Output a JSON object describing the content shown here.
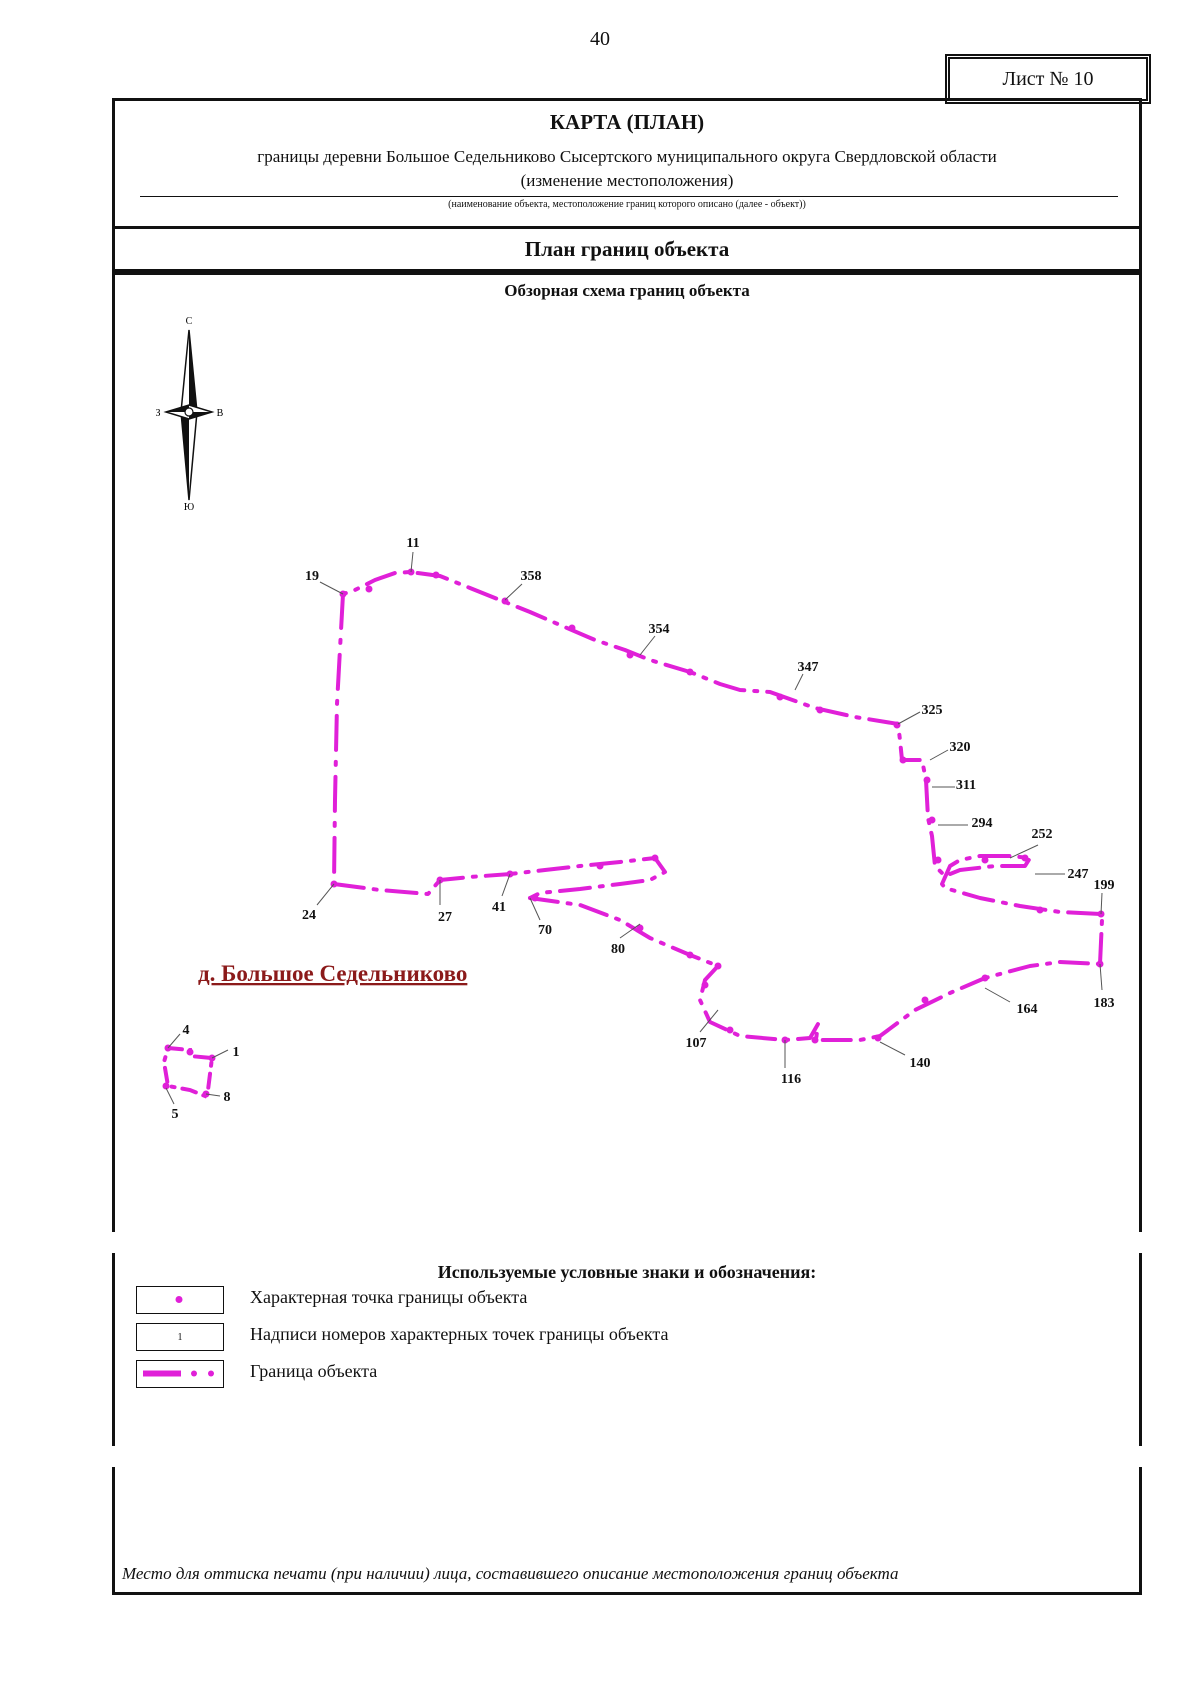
{
  "page_number": "40",
  "sheet": {
    "label": "Лист № 10"
  },
  "title": {
    "main": "КАРТА (ПЛАН)",
    "subtitle_line1": "границы деревни Большое Седельниково Сысертского муниципального округа Свердловской области",
    "subtitle_line2": "(изменение местоположения)",
    "note": "(наименование объекта, местоположение границ которого описано (далее - объект))"
  },
  "plan": {
    "title": "План границ объекта"
  },
  "map": {
    "title": "Обзорная схема границ объекта",
    "compass": {
      "n": "С",
      "s": "Ю",
      "w": "З",
      "e": "В"
    },
    "place_name": "д. Большое Седельниково",
    "boundary_color": "#e020d8",
    "place_color": "#8b1a1a",
    "point_labels": [
      "11",
      "19",
      "358",
      "354",
      "347",
      "325",
      "320",
      "311",
      "294",
      "252",
      "247",
      "199",
      "183",
      "164",
      "140",
      "116",
      "107",
      "80",
      "70",
      "41",
      "27",
      "24",
      "4",
      "1",
      "8",
      "5"
    ]
  },
  "legend": {
    "title": "Используемые условные знаки и обозначения:",
    "items": [
      {
        "icon": "point-symbol-icon",
        "text": "Характерная точка границы объекта"
      },
      {
        "icon": "point-number-icon",
        "sample": "1",
        "text": "Надписи номеров характерных точек границы объекта"
      },
      {
        "icon": "boundary-line-icon",
        "text": "Граница объекта"
      }
    ]
  },
  "stamp": {
    "text": "Место для оттиска печати (при наличии) лица, составившего описание местоположения границ объекта"
  }
}
